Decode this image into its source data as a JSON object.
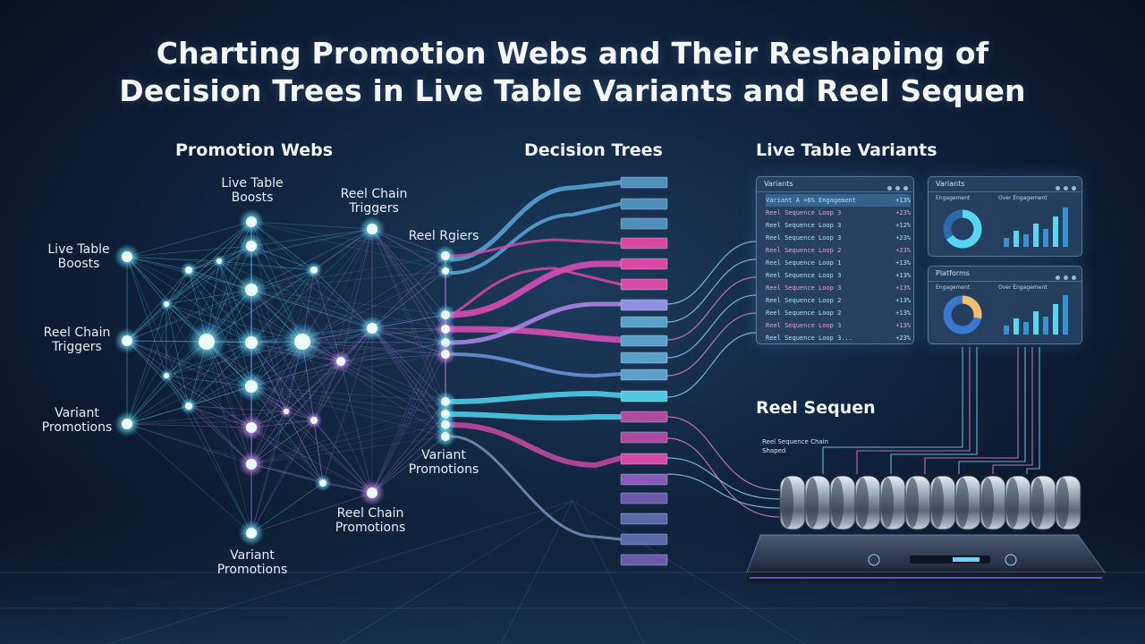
{
  "title_line1": "Charting Promotion Webs and Their Reshaping of",
  "title_line2": "Decision Trees in Live Table Variants and Reel Sequen",
  "sections": {
    "promotion_webs": "Promotion Webs",
    "decision_trees": "Decision Trees",
    "live_table_variants": "Live Table Variants",
    "reel_sequen": "Reel Sequen"
  },
  "web_labels": {
    "top": "Live Table\nBoosts",
    "top_right": "Reel Chain\nTriggers",
    "left_top": "Live Table\nBoosts",
    "left_mid": "Reel Chain\nTriggers",
    "left_bottom": "Variant\nPromotions",
    "bottom": "Variant\nPromotions",
    "bottom_right": "Reel Chain\nPromotions",
    "reel_rgiers": "Reel Rgiers",
    "variant_promotions_mid": "Variant\nPromotions"
  },
  "variants_panel": {
    "header": "Variants",
    "rows": [
      {
        "name": "Variant A +6% Engagement",
        "value": "+13%"
      },
      {
        "name": "Reel Sequence Loop 3",
        "value": "+23%"
      },
      {
        "name": "Reel Sequence Loop 3",
        "value": "+12%"
      },
      {
        "name": "Reel Sequence Loop 3",
        "value": "+23%"
      },
      {
        "name": "Reel Sequence Loop 2",
        "value": "+23%"
      },
      {
        "name": "Reel Sequence Loop 1",
        "value": "+13%"
      },
      {
        "name": "Reel Sequence Loop 3",
        "value": "+13%"
      },
      {
        "name": "Reel Sequence Loop 3",
        "value": "+13%"
      },
      {
        "name": "Reel Sequence Loop 2",
        "value": "+13%"
      },
      {
        "name": "Reel Sequence Loop 2",
        "value": "+13%"
      },
      {
        "name": "Reel Sequence Loop 3",
        "value": "+13%"
      },
      {
        "name": "Reel Sequence Loop 3...",
        "value": "+23%"
      }
    ]
  },
  "panel_a": {
    "header": "Variants",
    "left_label": "Engagement",
    "right_label": "Over Engagement"
  },
  "panel_b": {
    "header": "Platforms",
    "left_label": "Engagement",
    "right_label": "Over Engagement"
  },
  "reel_note": "Reel Sequence Chain\nShaped",
  "colors": {
    "cyan": "#4fd6f0",
    "magenta": "#e24fb8",
    "violet": "#9b7fe6",
    "blue": "#7fa8e6"
  }
}
